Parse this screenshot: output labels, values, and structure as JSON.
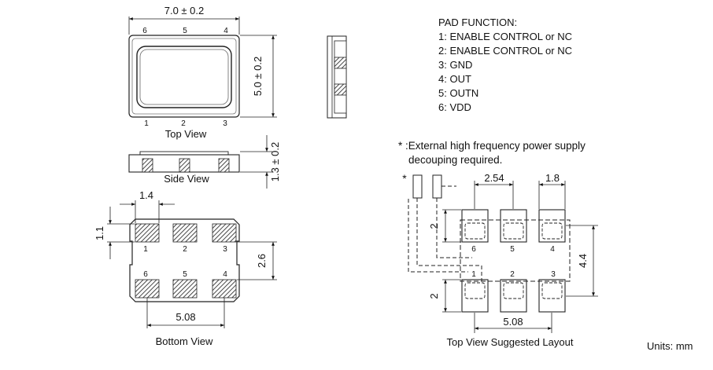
{
  "dimensions": {
    "top_width": "7.0 ± 0.2",
    "top_height": "5.0 ± 0.2",
    "side_height": "1.3 ± 0.2",
    "pad_width": "1.4",
    "pad_height": "1.1",
    "pad_row_spacing": "2.6",
    "pad_column_span": "5.08",
    "layout_pitch": "2.54",
    "layout_pad_width": "1.8",
    "layout_pad_height_top": "2",
    "layout_pad_height_bottom": "2",
    "layout_row_spacing": "4.4",
    "layout_column_span": "5.08"
  },
  "pin_numbers": {
    "top_row": [
      "6",
      "5",
      "4"
    ],
    "bottom_row": [
      "1",
      "2",
      "3"
    ]
  },
  "view_titles": {
    "top": "Top View",
    "side": "Side View",
    "bottom": "Bottom View",
    "layout": "Top View Suggested Layout"
  },
  "pad_function": {
    "title": "PAD FUNCTION:",
    "items": [
      "1: ENABLE CONTROL or NC",
      "2: ENABLE CONTROL or NC",
      "3: GND",
      "4: OUT",
      "5: OUTN",
      "6: VDD"
    ]
  },
  "note": {
    "line1": "* :External high frequency power supply",
    "line2": "decouping required.",
    "marker": "*"
  },
  "units": "Units: mm"
}
